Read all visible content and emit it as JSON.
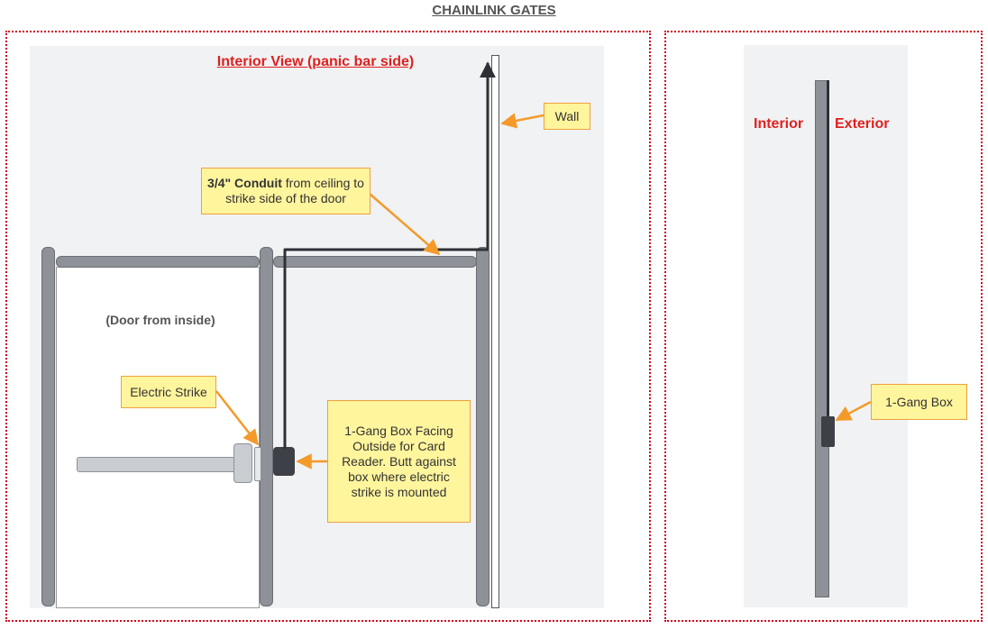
{
  "title": "CHAINLINK GATES",
  "left_panel": {
    "heading": "Interior View (panic bar side)",
    "door_label": "(Door from inside)",
    "callouts": {
      "wall": "Wall",
      "conduit_bold": "3/4\" Conduit",
      "conduit_rest": " from ceiling to strike side of the door",
      "electric_strike": "Electric Strike",
      "gang_box": "1-Gang Box Facing Outside for Card Reader. Butt against box where electric strike is mounted"
    }
  },
  "right_panel": {
    "interior_label": "Interior",
    "exterior_label": "Exterior",
    "gang_box": "1-Gang Box"
  },
  "colors": {
    "panel_border": "#d0021b",
    "callout_fill": "#fff59d",
    "callout_border": "#f0a040",
    "arrow": "#f39a2b",
    "heading_red": "#e02020",
    "post_gray": "#8e9197"
  }
}
